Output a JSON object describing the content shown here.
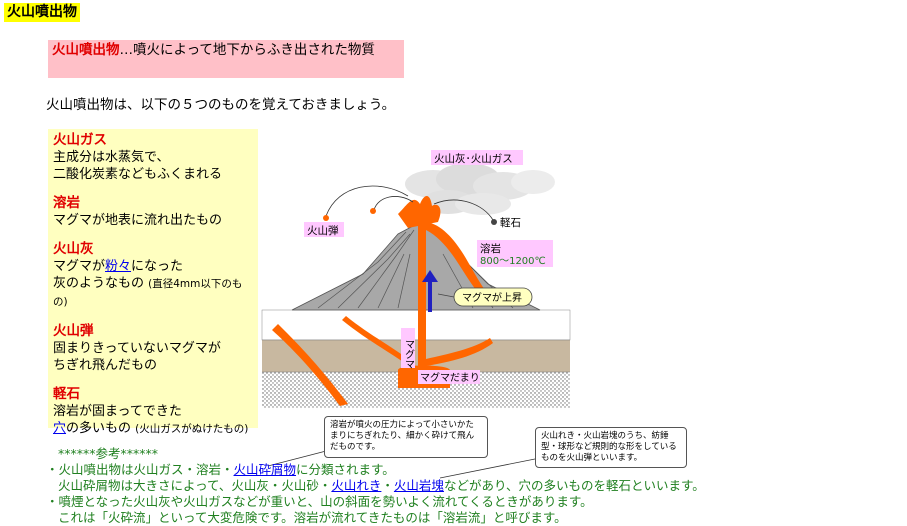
{
  "title": "火山噴出物",
  "definition": {
    "term": "火山噴出物",
    "text": "…噴火によって地下からふき出された物質"
  },
  "intro": "火山噴出物は、以下の５つのものを覚えておきましょう。",
  "items": [
    {
      "heading": "火山ガス",
      "lines": [
        "主成分は水蒸気で、",
        "二酸化炭素などもふくまれる"
      ]
    },
    {
      "heading": "溶岩",
      "lines": [
        "マグマが地表に流れ出たもの"
      ]
    },
    {
      "heading": "火山灰",
      "line1_pre": "マグマが",
      "line1_link": "粉々",
      "line1_post": "になった",
      "line2": "灰のようなもの",
      "note": "(直径4mm以下のもの)"
    },
    {
      "heading": "火山弾",
      "lines": [
        "固まりきっていないマグマが",
        "ちぎれ飛んだもの"
      ]
    },
    {
      "heading": "軽石",
      "line1": "溶岩が固まってできた",
      "line2_link": "穴",
      "line2_post": "の多いもの",
      "note": "(火山ガスがぬけたもの)"
    }
  ],
  "diagram": {
    "label_ash_gas": "火山灰･火山ガス",
    "label_bomb": "火山弾",
    "label_pumice": "軽石",
    "label_lava": "溶岩",
    "label_lava_temp": "800～1200℃",
    "label_magma_rise": "マグマが上昇",
    "label_magma": "マグマ",
    "label_chamber": "マグマだまり",
    "colors": {
      "lava": "#ff6600",
      "mountain": "#a0a0a0",
      "arrow": "#2020c0"
    }
  },
  "callouts": [
    "溶岩が噴火の圧力によって小さいかたまりにちぎれたり、細かく砕けて飛んだものです。",
    "火山れき・火山岩塊のうち、紡錘型・球形など規則的な形をしているものを火山弾といいます。"
  ],
  "bottom": {
    "ref": "******参考******",
    "l1_pre": "・火山噴出物は火山ガス・溶岩・",
    "l1_link": "火山砕屑物",
    "l1_post": "に分類されます。",
    "l2_pre": "火山砕屑物は大きさによって、火山灰・火山砂・",
    "l2_link1": "火山れき",
    "l2_mid": "・",
    "l2_link2": "火山岩塊",
    "l2_post": "などがあり、穴の多いものを軽石といいます。",
    "l3": "・噴煙となった火山灰や火山ガスなどが重いと、山の斜面を勢いよく流れてくるときがあります。",
    "l4": "これは「火砕流」といって大変危険です。溶岩が流れてきたものは「溶岩流」と呼びます。"
  }
}
